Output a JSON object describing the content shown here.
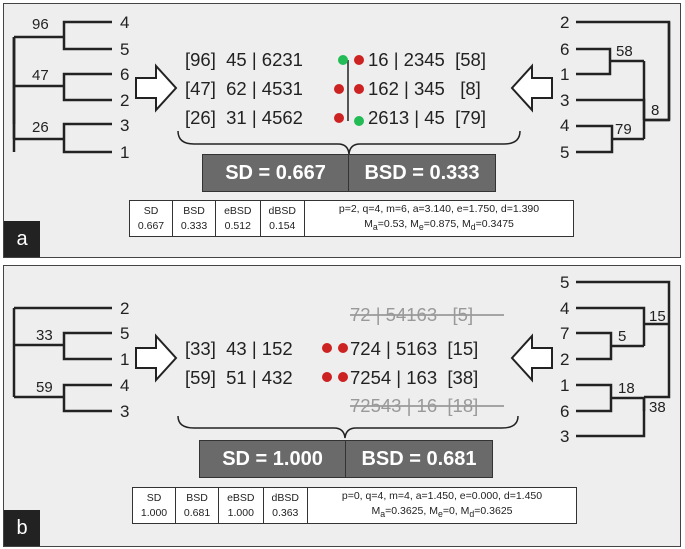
{
  "panel_a": {
    "tag": "a",
    "left_tree": {
      "leaves": [
        "4",
        "5",
        "6",
        "2",
        "3",
        "1"
      ],
      "supports": [
        "96",
        "47",
        "26"
      ]
    },
    "right_tree": {
      "leaves": [
        "2",
        "6",
        "1",
        "3",
        "4",
        "5"
      ],
      "supports": [
        "58",
        "8",
        "79"
      ]
    },
    "rows": [
      {
        "left": "[96]  45 | 6231",
        "right": "16 | 2345  [58]"
      },
      {
        "left": "[47]  62 | 4531",
        "right": "162 | 345   [8]"
      },
      {
        "left": "[26]  31 | 4562",
        "right": "2613 | 45  [79]"
      }
    ],
    "sd": "SD = 0.667",
    "bsd": "BSD = 0.333",
    "stats": {
      "headers": [
        "SD",
        "BSD",
        "eBSD",
        "dBSD"
      ],
      "values": [
        "0.667",
        "0.333",
        "0.512",
        "0.154"
      ],
      "params_line1": "p=2, q=4, m=6, a=3.140, e=1.750, d=1.390",
      "params_line2_a": "M",
      "params_line2_a_sub": "a",
      "params_line2_a_val": "=0.53, M",
      "params_line2_e_sub": "e",
      "params_line2_e_val": "=0.875, M",
      "params_line2_d_sub": "d",
      "params_line2_d_val": "=0.3475"
    },
    "colors": {
      "red": "#cc2222",
      "green": "#22bb55"
    }
  },
  "panel_b": {
    "tag": "b",
    "left_tree": {
      "leaves": [
        "2",
        "5",
        "1",
        "4",
        "3"
      ],
      "supports": [
        "33",
        "59"
      ]
    },
    "right_tree": {
      "leaves": [
        "5",
        "4",
        "7",
        "2",
        "1",
        "6",
        "3"
      ],
      "supports": [
        "15",
        "5",
        "18",
        "38"
      ]
    },
    "rows": [
      {
        "left": "[33]  43 | 152",
        "right": "724 | 5163  [15]"
      },
      {
        "left": "[59]  51 | 432",
        "right": "7254 | 163  [38]"
      }
    ],
    "struck": [
      "72 | 54163   [5]",
      "72543 | 16  [18]"
    ],
    "sd": "SD = 1.000",
    "bsd": "BSD = 0.681",
    "stats": {
      "headers": [
        "SD",
        "BSD",
        "eBSD",
        "dBSD"
      ],
      "values": [
        "1.000",
        "0.681",
        "1.000",
        "0.363"
      ],
      "params_line1": "p=0, q=4, m=4, a=1.450, e=0.000, d=1.450",
      "params_line2_a": "M",
      "params_line2_a_sub": "a",
      "params_line2_a_val": "=0.3625, M",
      "params_line2_e_sub": "e",
      "params_line2_e_val": "=0, M",
      "params_line2_d_sub": "d",
      "params_line2_d_val": "=0.3625"
    }
  }
}
